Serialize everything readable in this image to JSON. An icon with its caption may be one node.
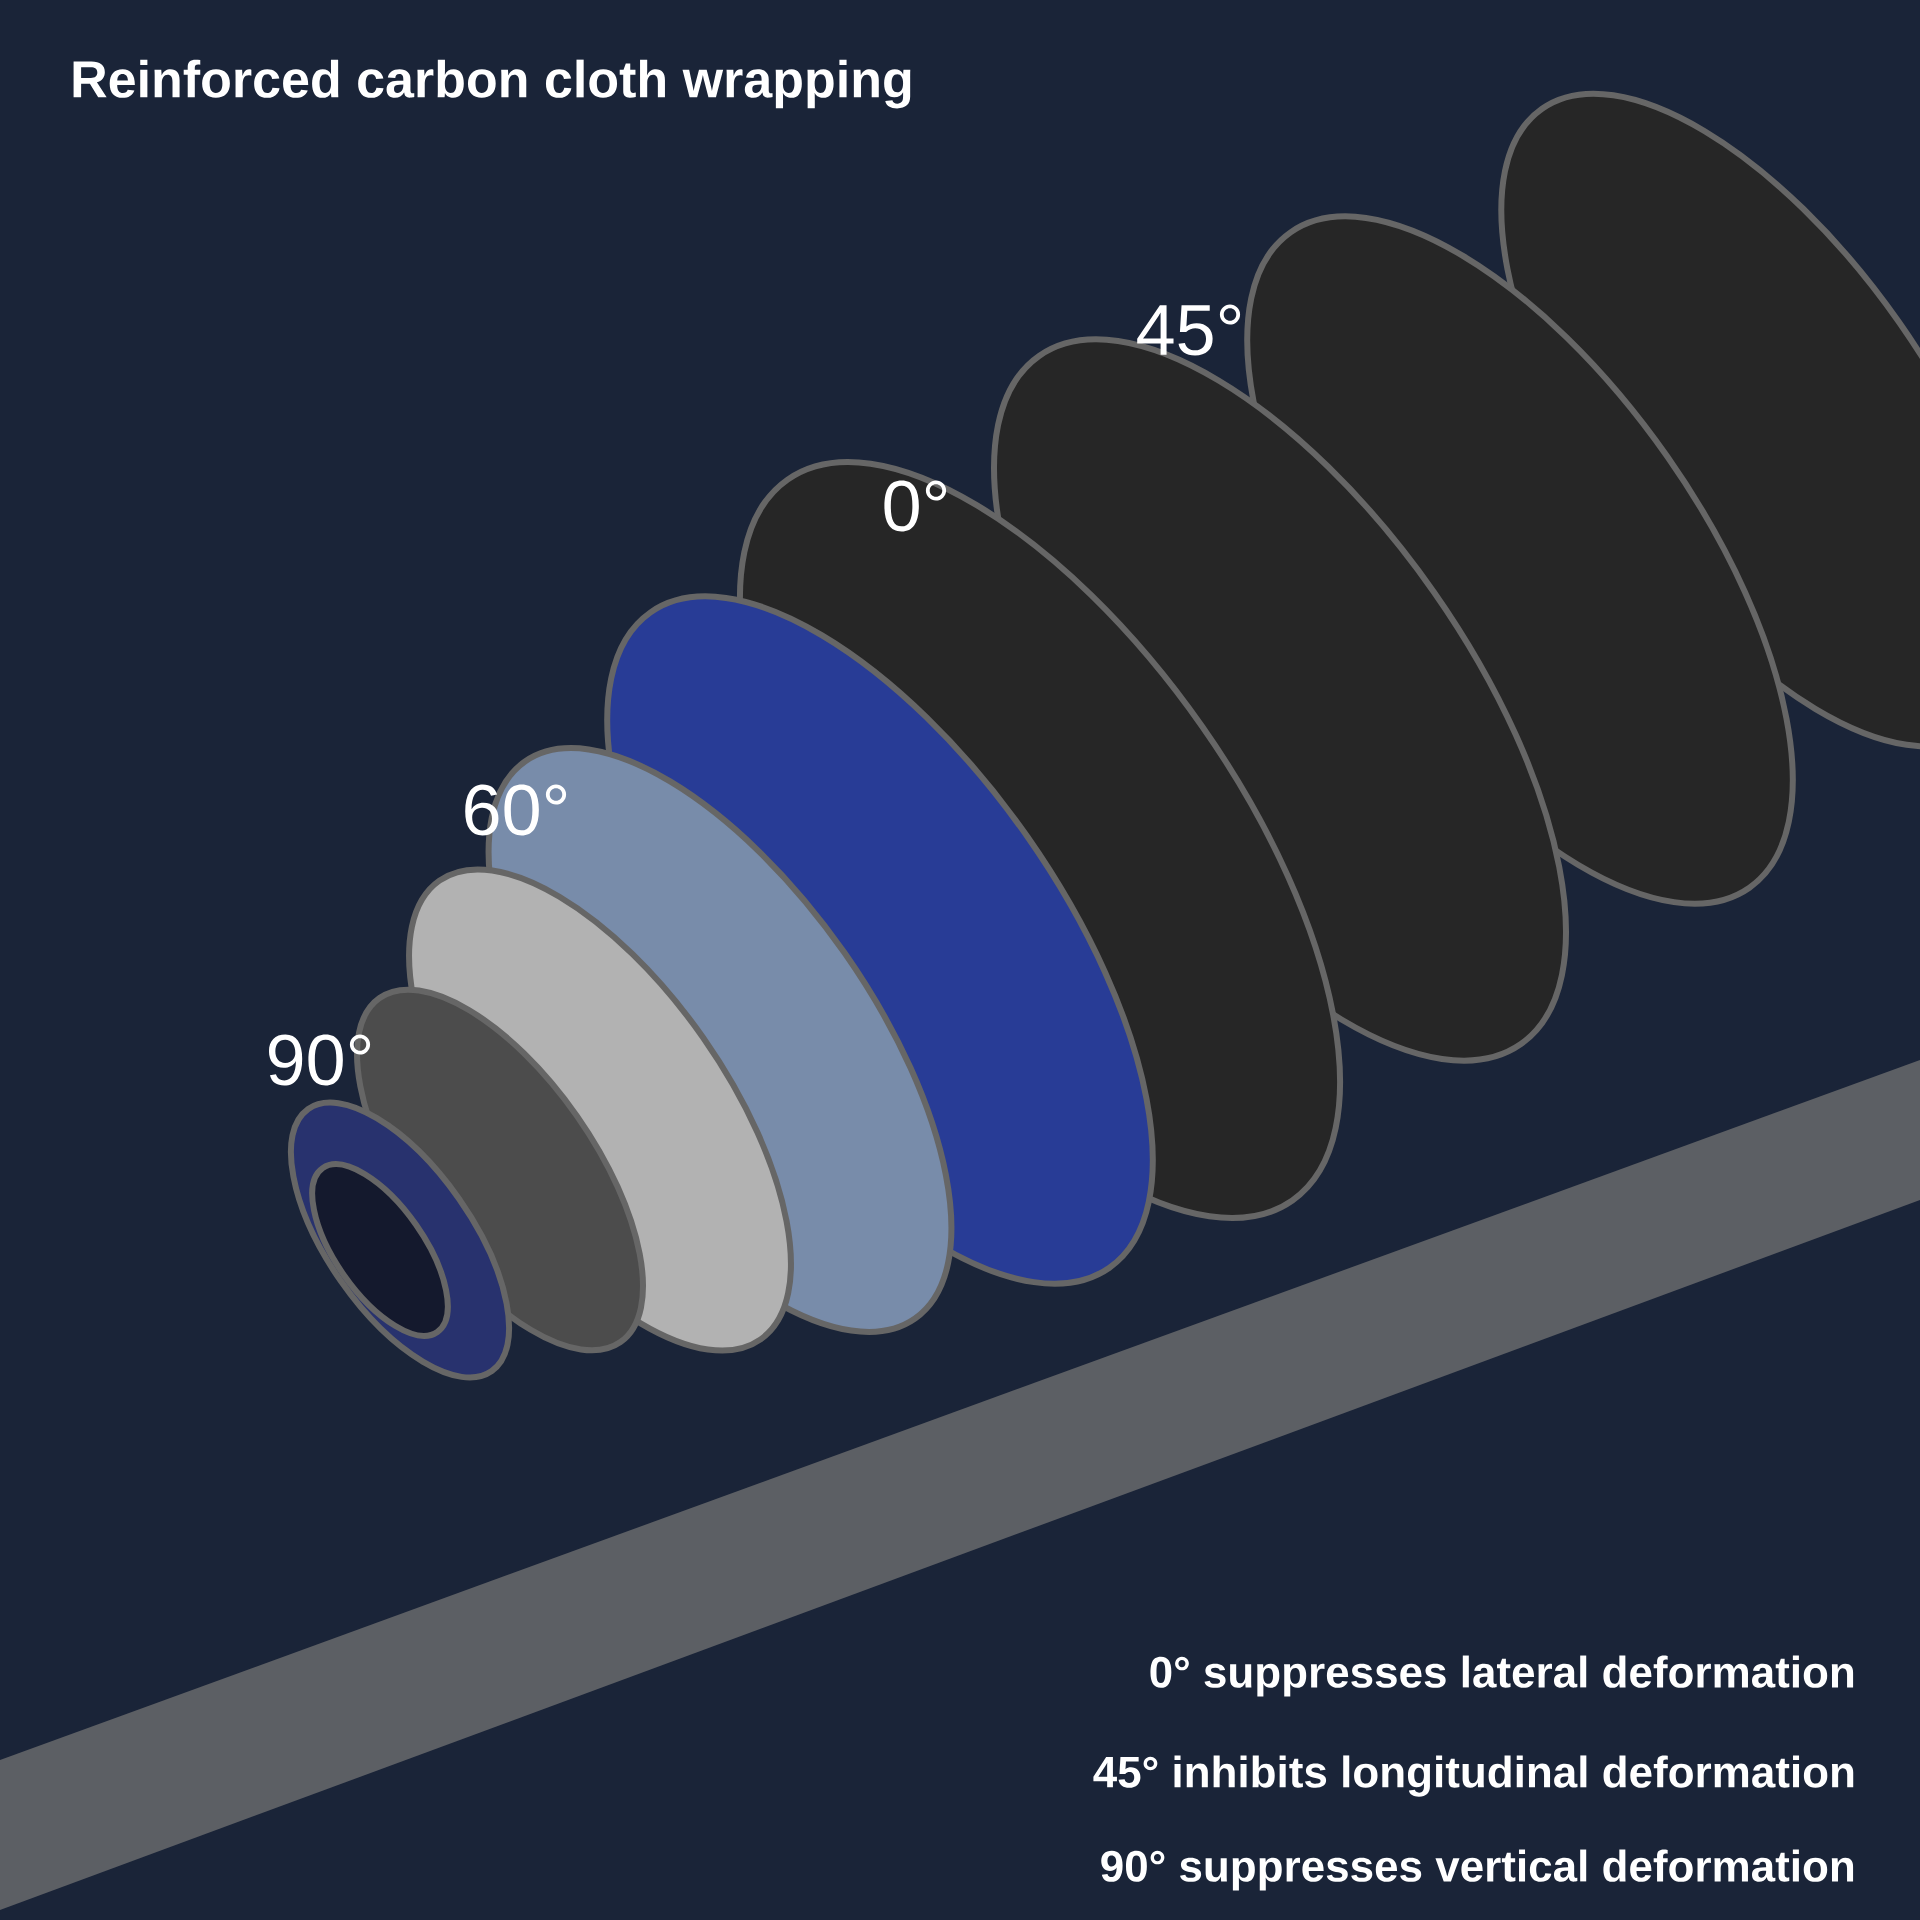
{
  "diagram": {
    "title": "Reinforced carbon cloth wrapping",
    "labels": [
      "45°",
      "0°",
      "60°",
      "90°",
      "0° suppresses lateral deformation",
      "45° inhibits longitudinal deformation",
      "90° suppresses vertical deformation"
    ]
  }
}
